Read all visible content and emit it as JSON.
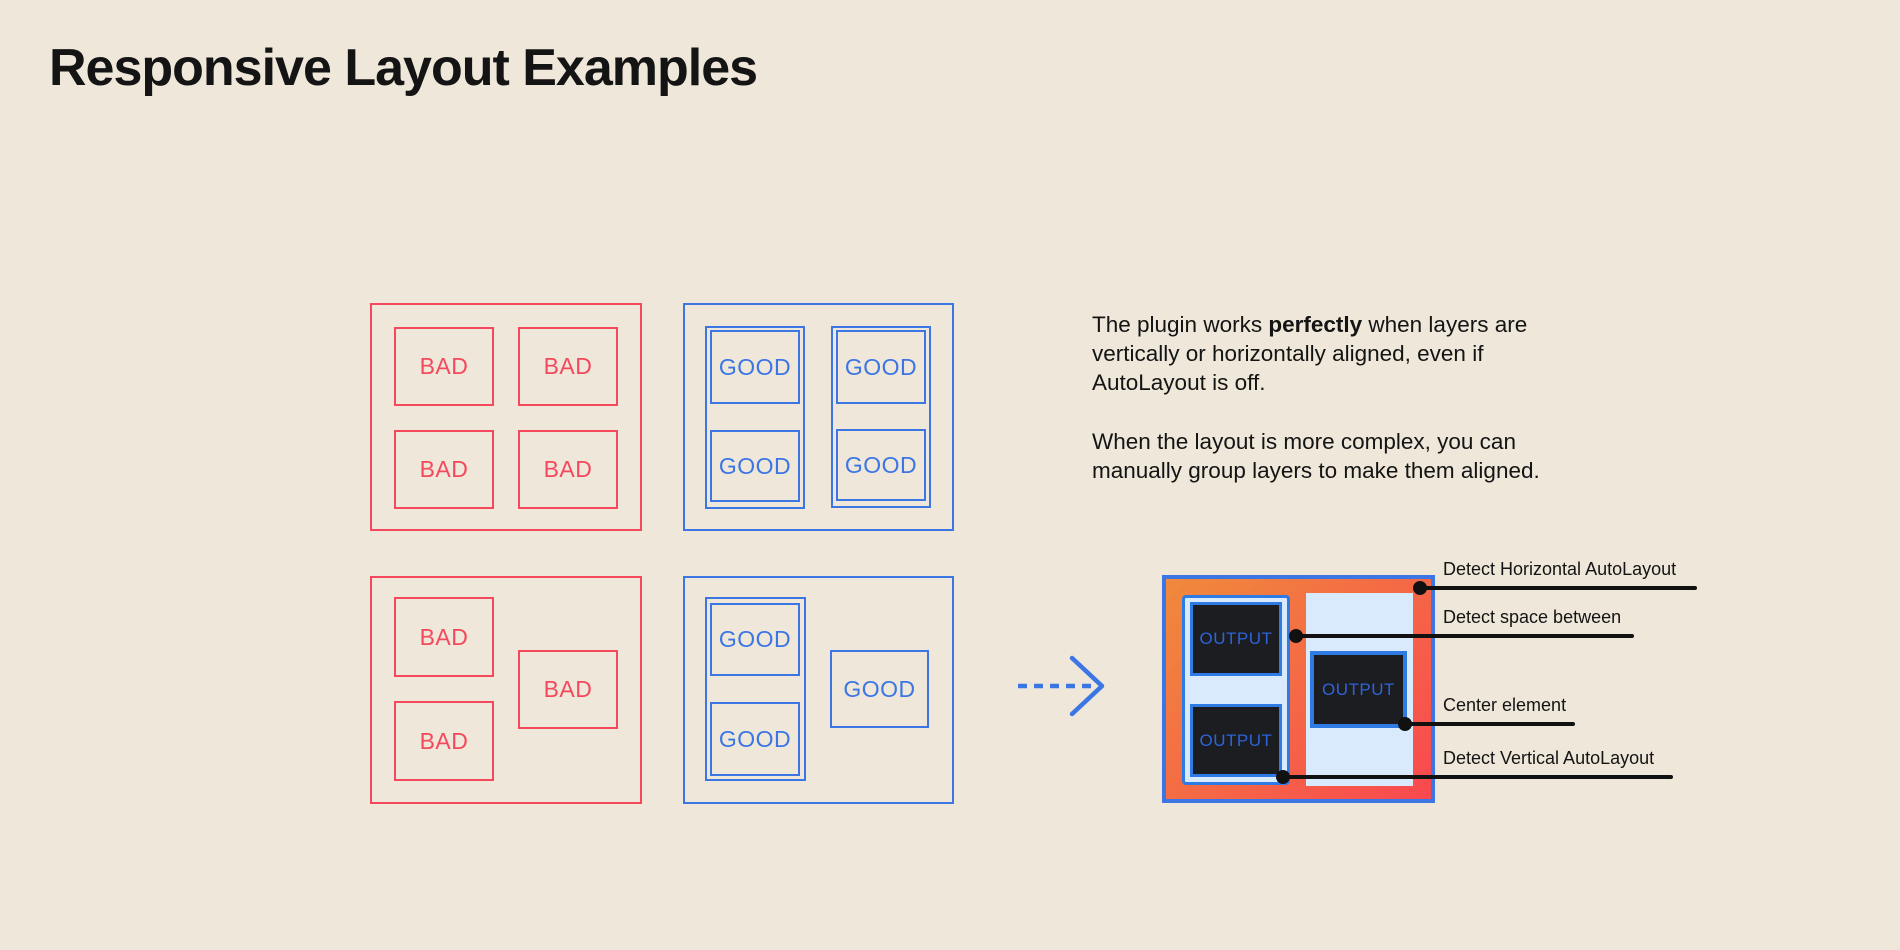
{
  "title": "Responsive Layout Examples",
  "labels": {
    "bad": "BAD",
    "good": "GOOD",
    "output": "OUTPUT"
  },
  "description": {
    "p1_before": "The plugin works ",
    "p1_bold": "perfectly",
    "p1_after": " when layers are vertically or horizontally aligned, even if AutoLayout is off.",
    "p2": "When the layout is more complex, you can manually group layers to make them aligned."
  },
  "annotations": [
    {
      "label": "Detect Horizontal AutoLayout"
    },
    {
      "label": "Detect space between"
    },
    {
      "label": "Center element"
    },
    {
      "label": "Detect Vertical AutoLayout"
    }
  ],
  "colors": {
    "background": "#EEE7DA",
    "bad_red": "#F5485C",
    "good_blue": "#3B76E4",
    "gradient_start": "#F08A3C",
    "gradient_end": "#F9484F",
    "pale_blue": "#D8EAFC",
    "dark_panel": "#1B1D20",
    "output_text": "#2E63D9",
    "annotation_black": "#111111"
  }
}
